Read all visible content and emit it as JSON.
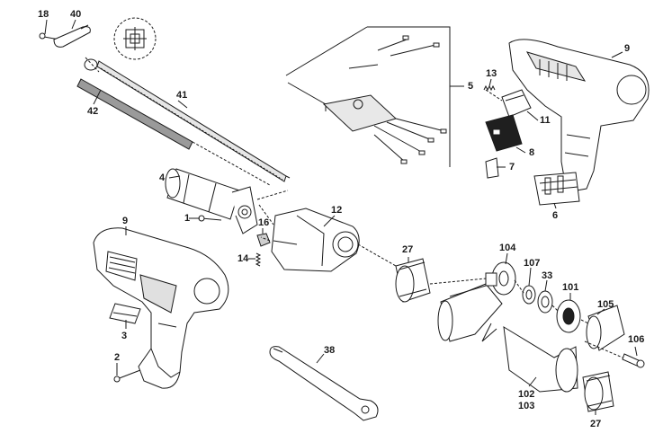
{
  "colors": {
    "ink": "#1a1a1a",
    "paper": "#ffffff",
    "shade": "#555555",
    "light": "#d9d9d9"
  },
  "labels": {
    "p1": "1",
    "p2": "2",
    "p3": "3",
    "p4": "4",
    "p5": "5",
    "p6": "6",
    "p7": "7",
    "p8": "8",
    "p9a": "9",
    "p9b": "9",
    "p11": "11",
    "p12": "12",
    "p13": "13",
    "p14": "14",
    "p16": "16",
    "p18": "18",
    "p27a": "27",
    "p27b": "27",
    "p33": "33",
    "p38": "38",
    "p40": "40",
    "p41": "41",
    "p42": "42",
    "p101": "101",
    "p102": "102",
    "p103": "103",
    "p104": "104",
    "p105": "105",
    "p106": "106",
    "p107": "107"
  }
}
